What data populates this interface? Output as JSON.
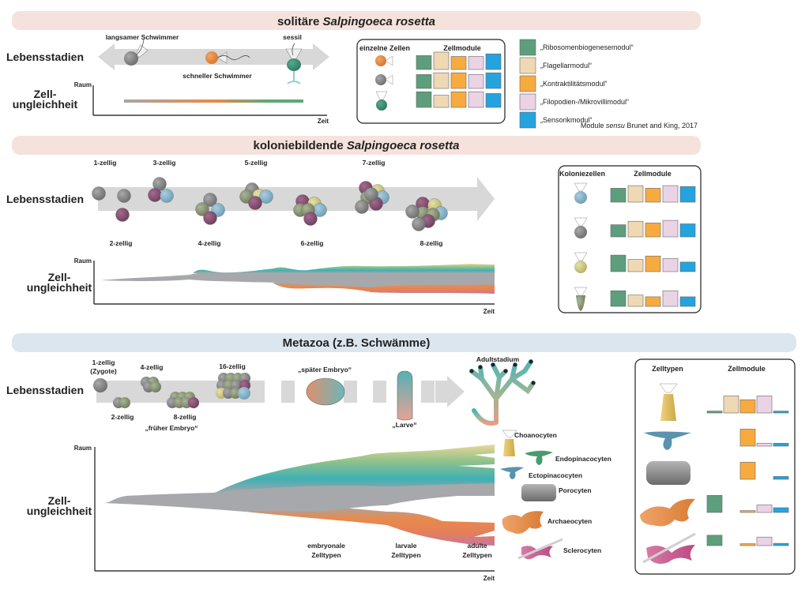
{
  "colors": {
    "ribosome": "#5d9e7c",
    "flagellar": "#efd9b4",
    "contractility": "#f7ab3f",
    "filopodia": "#ebd3e6",
    "sensory": "#25a3df",
    "banner_salpingoeca": "#f6e2dc",
    "banner_metazoa": "#dce6ee",
    "arrow": "#d4d4d4",
    "gray_cell": "#8c8c8c"
  },
  "section1": {
    "title_plain": "solitäre ",
    "title_italic": "Salpingoeca rosetta",
    "row_label": "Lebensstadien",
    "stages": [
      "langsamer Schwimmer",
      "schneller Schwimmer",
      "sessil"
    ],
    "y_axis_label": "Raum",
    "x_axis_label": "Zeit",
    "inequality_label_1": "Zell-",
    "inequality_label_2": "ungleichheit",
    "box": {
      "col1": "einzelne Zellen",
      "col2": "Zellmodule",
      "rows": [
        {
          "cell": "orange",
          "modules": [
            0.8,
            1.0,
            0.75,
            0.75,
            0.9
          ]
        },
        {
          "cell": "gray",
          "modules": [
            0.8,
            0.9,
            0.9,
            0.8,
            0.9
          ]
        },
        {
          "cell": "green",
          "modules": [
            0.9,
            0.7,
            0.9,
            0.9,
            0.8
          ]
        }
      ]
    },
    "legend": [
      {
        "key": "ribosome",
        "label": "„Ribosomenbiogenesemodul“"
      },
      {
        "key": "flagellar",
        "label": "„Flagellarmodul“"
      },
      {
        "key": "contractility",
        "label": "„Kontraktilitätsmodul“"
      },
      {
        "key": "filopodia",
        "label": "„Filopodien-/Mikrovillimodul“"
      },
      {
        "key": "sensory",
        "label": "„Sensorikmodul“"
      }
    ],
    "citation_pre": "Module ",
    "citation_italic": "sensu",
    "citation_post": " Brunet and King, 2017"
  },
  "section2": {
    "title_plain": "koloniebildende ",
    "title_italic": "Salpingoeca rosetta",
    "row_label": "Lebensstadien",
    "stages_top": [
      "1-zellig",
      "3-zellig",
      "5-zellig",
      "7-zellig"
    ],
    "stages_bottom": [
      "2-zellig",
      "4-zellig",
      "6-zellig",
      "8-zellig"
    ],
    "y_axis_label": "Raum",
    "x_axis_label": "Zeit",
    "inequality_label_1": "Zell-",
    "inequality_label_2": "ungleichheit",
    "box": {
      "col1": "Koloniezellen",
      "col2": "Zellmodule",
      "rows": [
        {
          "cell": "blue",
          "modules": [
            0.8,
            0.95,
            0.8,
            0.95,
            0.9
          ]
        },
        {
          "cell": "gray",
          "modules": [
            0.7,
            0.9,
            0.8,
            0.95,
            0.75
          ]
        },
        {
          "cell": "yellow",
          "modules": [
            0.95,
            0.7,
            0.9,
            0.75,
            0.55
          ]
        },
        {
          "cell": "olive",
          "modules": [
            0.9,
            0.65,
            0.55,
            0.9,
            0.55
          ]
        }
      ]
    }
  },
  "section3": {
    "title": "Metazoa (z.B. Schwämme)",
    "row_label": "Lebensstadien",
    "stages": [
      {
        "label": "1-zellig\n(Zygote)"
      },
      {
        "label": "2-zellig"
      },
      {
        "label": "4-zellig"
      },
      {
        "label": "8-zellig"
      },
      {
        "label": "16-zellig"
      },
      {
        "label": "„früher Embryo“"
      },
      {
        "label": "„später Embryo“"
      },
      {
        "label": "„Larve“"
      },
      {
        "label": "Adultstadium"
      }
    ],
    "y_axis_label": "Raum",
    "x_axis_label": "Zeit",
    "inequality_label_1": "Zell-",
    "inequality_label_2": "ungleichheit",
    "phase_labels": [
      {
        "line1": "embryonale",
        "line2": "Zelltypen"
      },
      {
        "line1": "larvale",
        "line2": "Zelltypen"
      },
      {
        "line1": "adulte",
        "line2": "Zelltypen"
      }
    ],
    "cell_types": [
      "Choanocyten",
      "Endopinacocyten",
      "Ectopinacocyten",
      "Porocyten",
      "Archaeocyten",
      "Sclerocyten"
    ],
    "box": {
      "col1": "Zelltypen",
      "col2": "Zellmodule",
      "rows": [
        {
          "cell": "choanocyte",
          "modules": [
            0.1,
            0.9,
            0.7,
            0.9,
            0.1
          ]
        },
        {
          "cell": "endopinacocyte",
          "modules": [
            0,
            0,
            0.9,
            0.15,
            0.15
          ]
        },
        {
          "cell": "porocyte",
          "modules": [
            0,
            0,
            0.9,
            0,
            0.15
          ]
        },
        {
          "cell": "archaeocyte",
          "modules": [
            0.9,
            0,
            0.1,
            0.4,
            0.25
          ]
        },
        {
          "cell": "sclerocyte",
          "modules": [
            0.55,
            0,
            0.1,
            0.45,
            0.12
          ]
        }
      ]
    }
  }
}
